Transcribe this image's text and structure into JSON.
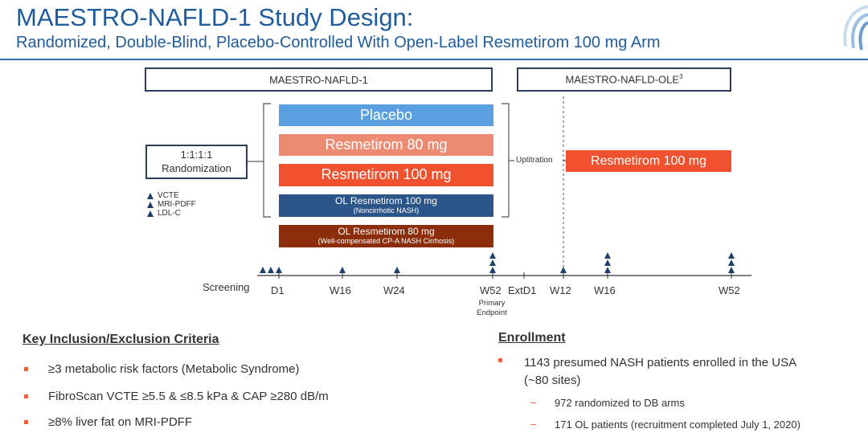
{
  "header": {
    "title": "MAESTRO-NAFLD-1 Study Design:",
    "subtitle": "Randomized, Double-Blind, Placebo-Controlled With Open-Label Resmetirom 100 mg Arm"
  },
  "diagram": {
    "study_main": "MAESTRO-NAFLD-1",
    "study_ole": "MAESTRO-NAFLD-OLE",
    "study_ole_sup": "3",
    "randomization_ratio": "1:1:1:1",
    "randomization_label": "Randomization",
    "uptitration_label": "Uptitration",
    "arms": [
      {
        "label": "Placebo",
        "sub": "",
        "color": "#5aa0e0"
      },
      {
        "label": "Resmetirom 80 mg",
        "sub": "",
        "color": "#ec8b72"
      },
      {
        "label": "Resmetirom 100 mg",
        "sub": "",
        "color": "#f0512e"
      },
      {
        "label": "OL Resmetirom 100 mg",
        "sub": "(Noncirrhotic NASH)",
        "color": "#2b5488"
      },
      {
        "label": "OL Resmetirom 80 mg",
        "sub": "(Well-compensated CP-A NASH Cirrhosis)",
        "color": "#8c2e0c"
      }
    ],
    "ole_arm": {
      "label": "Resmetirom 100 mg",
      "color": "#f0512e"
    },
    "assessments": [
      "VCTE",
      "MRI-PDFF",
      "LDL-C"
    ],
    "timeline": {
      "screening": "Screening",
      "labels": [
        "D1",
        "W16",
        "W24",
        "W52",
        "ExtD1",
        "W12",
        "W16",
        "W52"
      ],
      "primary_endpoint": "Primary Endpoint"
    }
  },
  "criteria": {
    "heading": "Key Inclusion/Exclusion Criteria",
    "items": [
      "≥3 metabolic risk factors (Metabolic Syndrome)",
      "FibroScan VCTE ≥5.5 & ≤8.5 kPa & CAP ≥280 dB/m",
      "≥8% liver fat on MRI-PDFF"
    ]
  },
  "enrollment": {
    "heading": "Enrollment",
    "main_line1": "1143 presumed NASH patients enrolled in the USA",
    "main_line2": "(~80 sites)",
    "subitems": [
      "972 randomized to DB arms",
      "171 OL patients (recruitment completed July 1, 2020)"
    ]
  },
  "colors": {
    "brand_blue": "#1f5c9e",
    "bullet": "#e8623a",
    "marker": "#1f3f6b"
  },
  "icons": [
    "triangle-icon",
    "logo-icon"
  ]
}
